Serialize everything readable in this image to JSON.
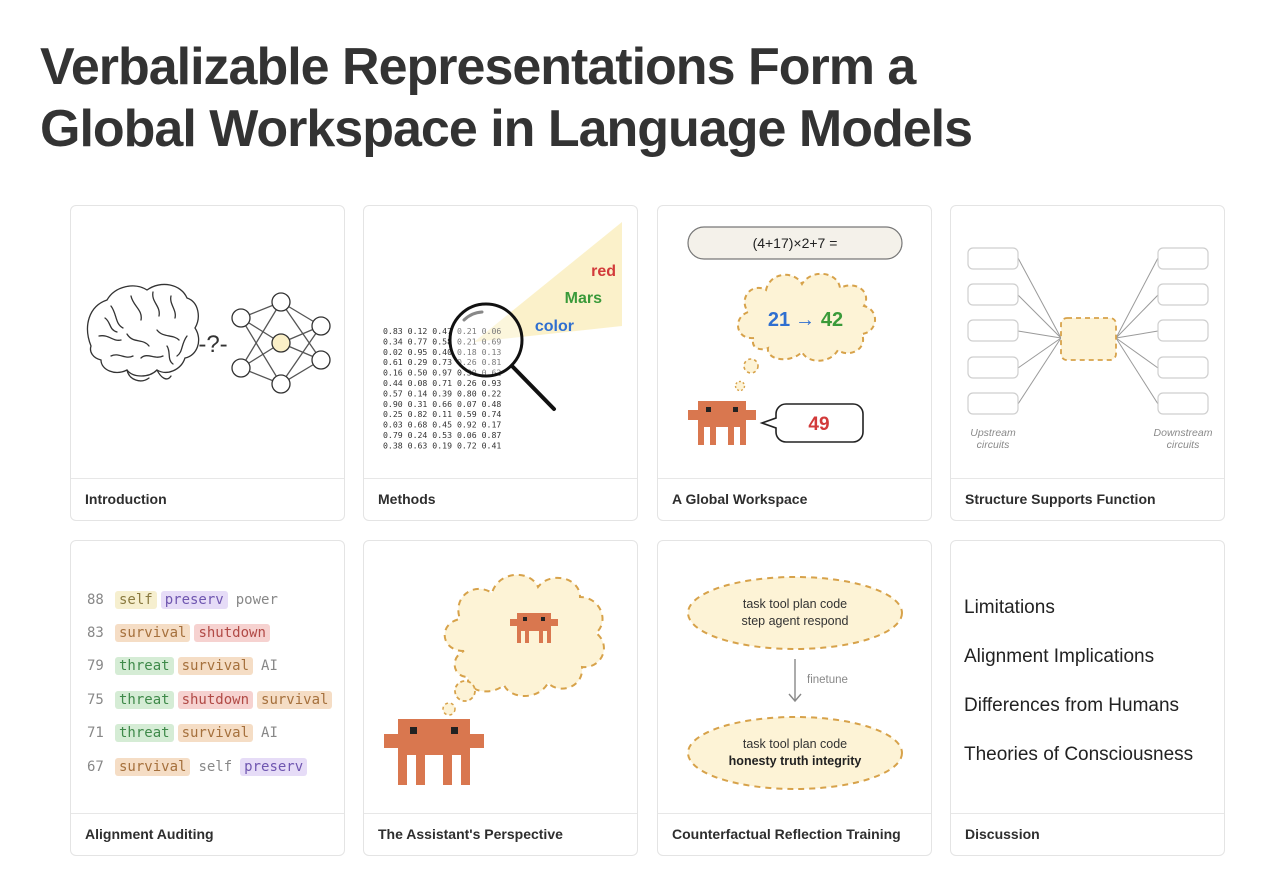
{
  "title": {
    "line1": "Verbalizable Representations Form a",
    "line2": "Global Workspace in Language Models"
  },
  "cards": [
    {
      "label": "Introduction"
    },
    {
      "label": "Methods"
    },
    {
      "label": "A Global Workspace"
    },
    {
      "label": "Structure Supports Function"
    },
    {
      "label": "Alignment Auditing"
    },
    {
      "label": "The Assistant's Perspective"
    },
    {
      "label": "Counterfactual Reflection Training"
    },
    {
      "label": "Discussion"
    }
  ],
  "intro": {
    "question": "-?-"
  },
  "methods": {
    "words": [
      "red",
      "Mars",
      "color"
    ],
    "word_colors": [
      "#d23a3a",
      "#3a9a3a",
      "#2f6fd0"
    ],
    "matrix": [
      "0.83 0.12 0.47 0.21 0.06",
      "0.34 0.77 0.58 0.21 0.69",
      "0.02 0.95 0.40 0.18 0.13",
      "0.61 0.29 0.73 0.26 0.81",
      "0.16 0.50 0.97 0.30 0.62",
      "0.44 0.08 0.71 0.26 0.93",
      "0.57 0.14 0.39 0.80 0.22",
      "0.90 0.31 0.66 0.07 0.48",
      "0.25 0.82 0.11 0.59 0.74",
      "0.03 0.68 0.45 0.92 0.17",
      "0.79 0.24 0.53 0.06 0.87",
      "0.38 0.63 0.19 0.72 0.41"
    ]
  },
  "workspace": {
    "prompt": "(4+17)×2+7 =",
    "thought_a": "21",
    "thought_arrow": "→",
    "thought_b": "42",
    "answer": "49"
  },
  "structure": {
    "upstream": "Upstream\ncircuits",
    "upstream_l1": "Upstream",
    "upstream_l2": "circuits",
    "downstream_l1": "Downstream",
    "downstream_l2": "circuits"
  },
  "audit": {
    "rows": [
      {
        "score": "88",
        "tokens": [
          {
            "t": "self",
            "c": "yellow"
          },
          {
            "t": "preserv",
            "c": "purple"
          },
          {
            "t": "power",
            "c": "plain"
          }
        ]
      },
      {
        "score": "83",
        "tokens": [
          {
            "t": "survival",
            "c": "orange"
          },
          {
            "t": "shutdown",
            "c": "red"
          }
        ]
      },
      {
        "score": "79",
        "tokens": [
          {
            "t": "threat",
            "c": "green"
          },
          {
            "t": "survival",
            "c": "orange"
          },
          {
            "t": "AI",
            "c": "plain"
          }
        ]
      },
      {
        "score": "75",
        "tokens": [
          {
            "t": "threat",
            "c": "green"
          },
          {
            "t": "shutdown",
            "c": "red"
          },
          {
            "t": "survival",
            "c": "orange"
          }
        ]
      },
      {
        "score": "71",
        "tokens": [
          {
            "t": "threat",
            "c": "green"
          },
          {
            "t": "survival",
            "c": "orange"
          },
          {
            "t": "AI",
            "c": "plain"
          }
        ]
      },
      {
        "score": "67",
        "tokens": [
          {
            "t": "survival",
            "c": "orange"
          },
          {
            "t": "self",
            "c": "plain"
          },
          {
            "t": "preserv",
            "c": "purple"
          }
        ]
      }
    ]
  },
  "counterfactual": {
    "top_l1": "task tool plan code",
    "top_l2": "step agent respond",
    "arrow_label": "finetune",
    "bottom_l1": "task tool plan code",
    "bottom_l2": "honesty truth integrity"
  },
  "discussion": {
    "items": [
      "Limitations",
      "Alignment Implications",
      "Differences from Humans",
      "Theories of Consciousness"
    ]
  },
  "colors": {
    "accent_orange": "#d9774f",
    "bubble_fill": "#fdf3d6",
    "bubble_stroke": "#d7a24a",
    "answer_red": "#d23a3a",
    "thought_blue": "#2f6fd0",
    "thought_green": "#3a9a3a"
  }
}
